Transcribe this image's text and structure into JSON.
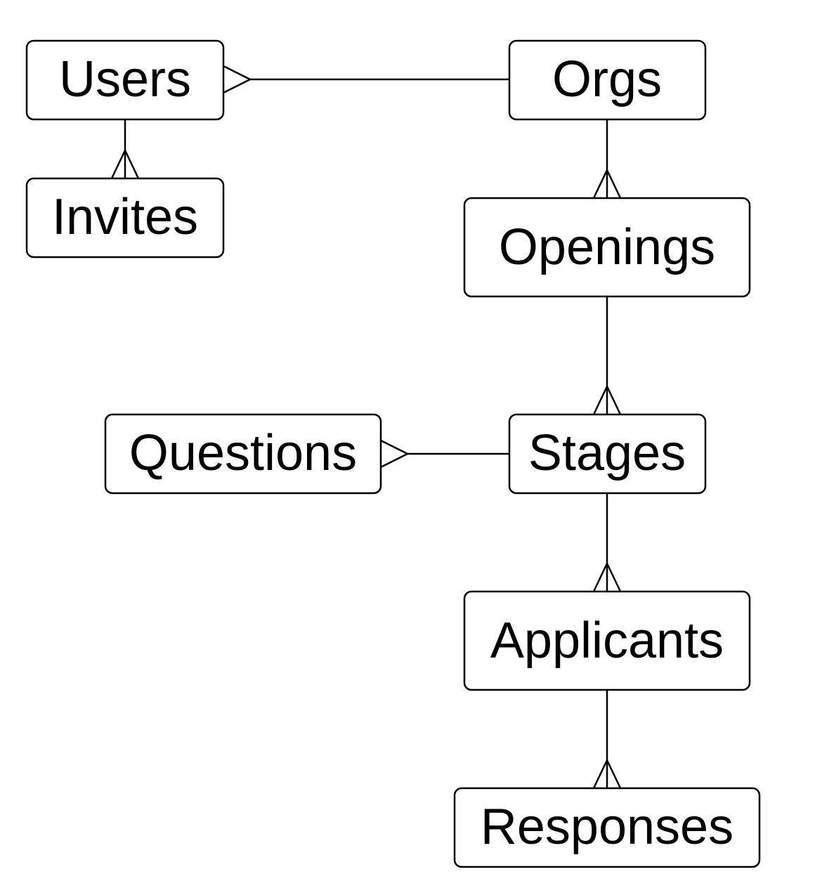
{
  "diagram": {
    "type": "entity-relationship",
    "stroke_color": "#000000",
    "background_color": "#ffffff",
    "entities": [
      {
        "id": "users",
        "label": "Users"
      },
      {
        "id": "orgs",
        "label": "Orgs"
      },
      {
        "id": "invites",
        "label": "Invites"
      },
      {
        "id": "openings",
        "label": "Openings"
      },
      {
        "id": "questions",
        "label": "Questions"
      },
      {
        "id": "stages",
        "label": "Stages"
      },
      {
        "id": "applicants",
        "label": "Applicants"
      },
      {
        "id": "responses",
        "label": "Responses"
      }
    ],
    "relationships": [
      {
        "from": "orgs",
        "to": "users",
        "cardinality": "one-to-many"
      },
      {
        "from": "users",
        "to": "invites",
        "cardinality": "one-to-many"
      },
      {
        "from": "orgs",
        "to": "openings",
        "cardinality": "one-to-many"
      },
      {
        "from": "openings",
        "to": "stages",
        "cardinality": "one-to-many"
      },
      {
        "from": "stages",
        "to": "questions",
        "cardinality": "one-to-many"
      },
      {
        "from": "stages",
        "to": "applicants",
        "cardinality": "one-to-many"
      },
      {
        "from": "applicants",
        "to": "responses",
        "cardinality": "one-to-many"
      }
    ]
  }
}
